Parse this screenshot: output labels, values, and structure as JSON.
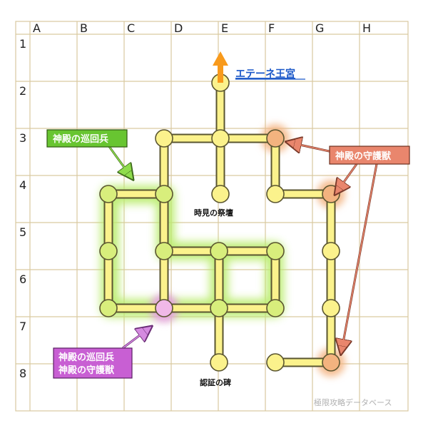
{
  "grid": {
    "columns": [
      "A",
      "B",
      "C",
      "D",
      "E",
      "F",
      "G",
      "H"
    ],
    "rows": [
      "1",
      "2",
      "3",
      "4",
      "5",
      "6",
      "7",
      "8"
    ]
  },
  "places": {
    "exit": "エテーネ王宮",
    "altar": "時見の祭壇",
    "monument": "認証の碑"
  },
  "callouts": {
    "patrol": "神殿の巡回兵",
    "guardian": "神殿の守護獣",
    "both_line1": "神殿の巡回兵",
    "both_line2": "神殿の守護獣"
  },
  "credit": "極限攻略データベース",
  "colors": {
    "grid": "#d9c9a0",
    "path": "#fbf28c",
    "path_outline": "#5a5530",
    "patrol_route": "#b9ec6a",
    "guardian": "#f3b37f",
    "shared": "#f0b8e8",
    "exit_arrow": "#f89a1c",
    "patrol_label": "#68c531",
    "guardian_label": "#e9866d",
    "both_label": "#c85fd3"
  },
  "icons": [
    "exit-arrow-icon"
  ]
}
